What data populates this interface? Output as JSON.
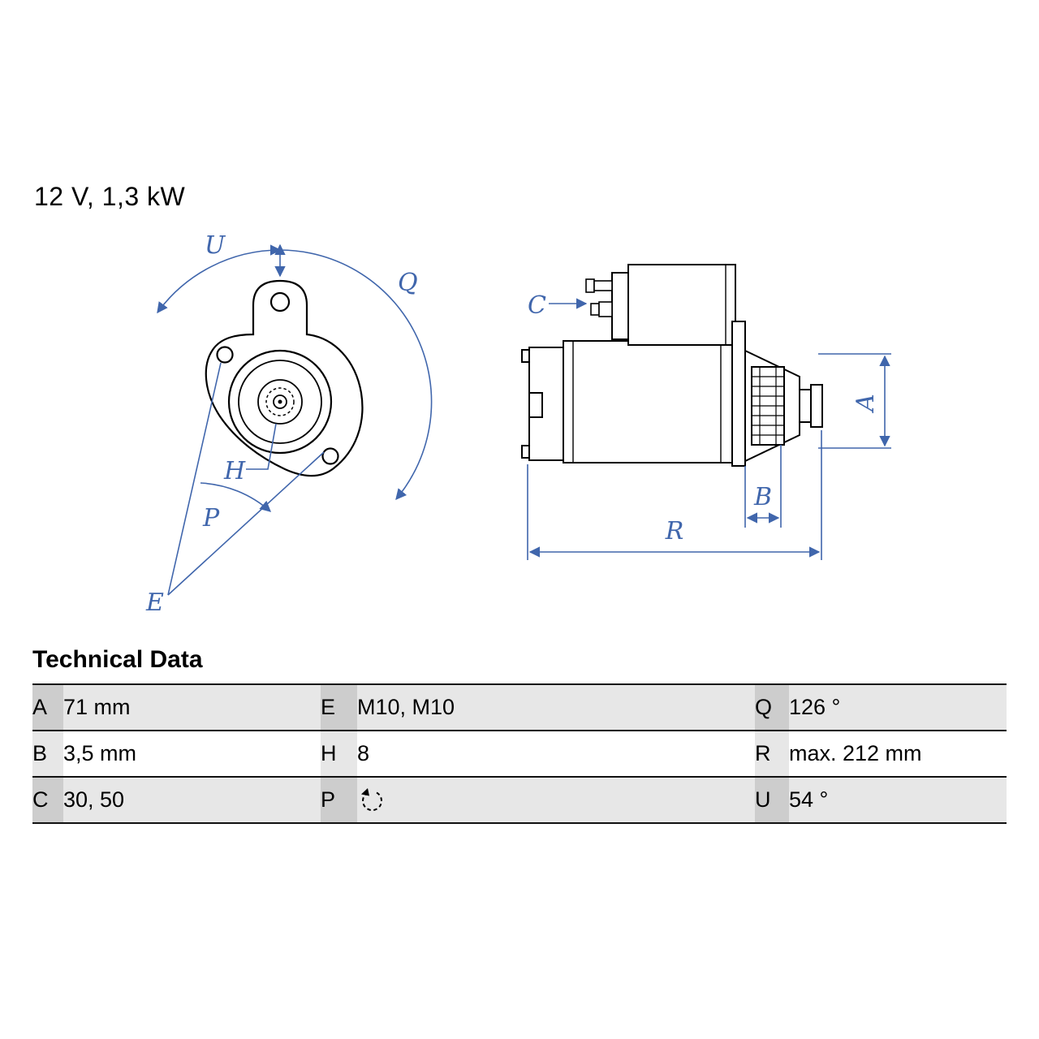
{
  "page": {
    "title_spec": "12 V, 1,3 kW"
  },
  "drawing": {
    "accent_color": "#4066ac",
    "outline_color": "#000000",
    "labels": {
      "U": "U",
      "Q": "Q",
      "H": "H",
      "P": "P",
      "E": "E",
      "C": "C",
      "A": "A",
      "B": "B",
      "R": "R"
    }
  },
  "technical_data": {
    "heading": "Technical Data",
    "rows": [
      {
        "c1k": "A",
        "c1v": "71 mm",
        "c2k": "E",
        "c2v": "M10, M10",
        "c3k": "Q",
        "c3v": "126 °"
      },
      {
        "c1k": "B",
        "c1v": "3,5 mm",
        "c2k": "H",
        "c2v": "8",
        "c3k": "R",
        "c3v": "max. 212 mm"
      },
      {
        "c1k": "C",
        "c1v": "30, 50",
        "c2k": "P",
        "c2v": "",
        "c2icon": "rotation-ccw-icon",
        "c3k": "U",
        "c3v": "54 °"
      }
    ]
  }
}
